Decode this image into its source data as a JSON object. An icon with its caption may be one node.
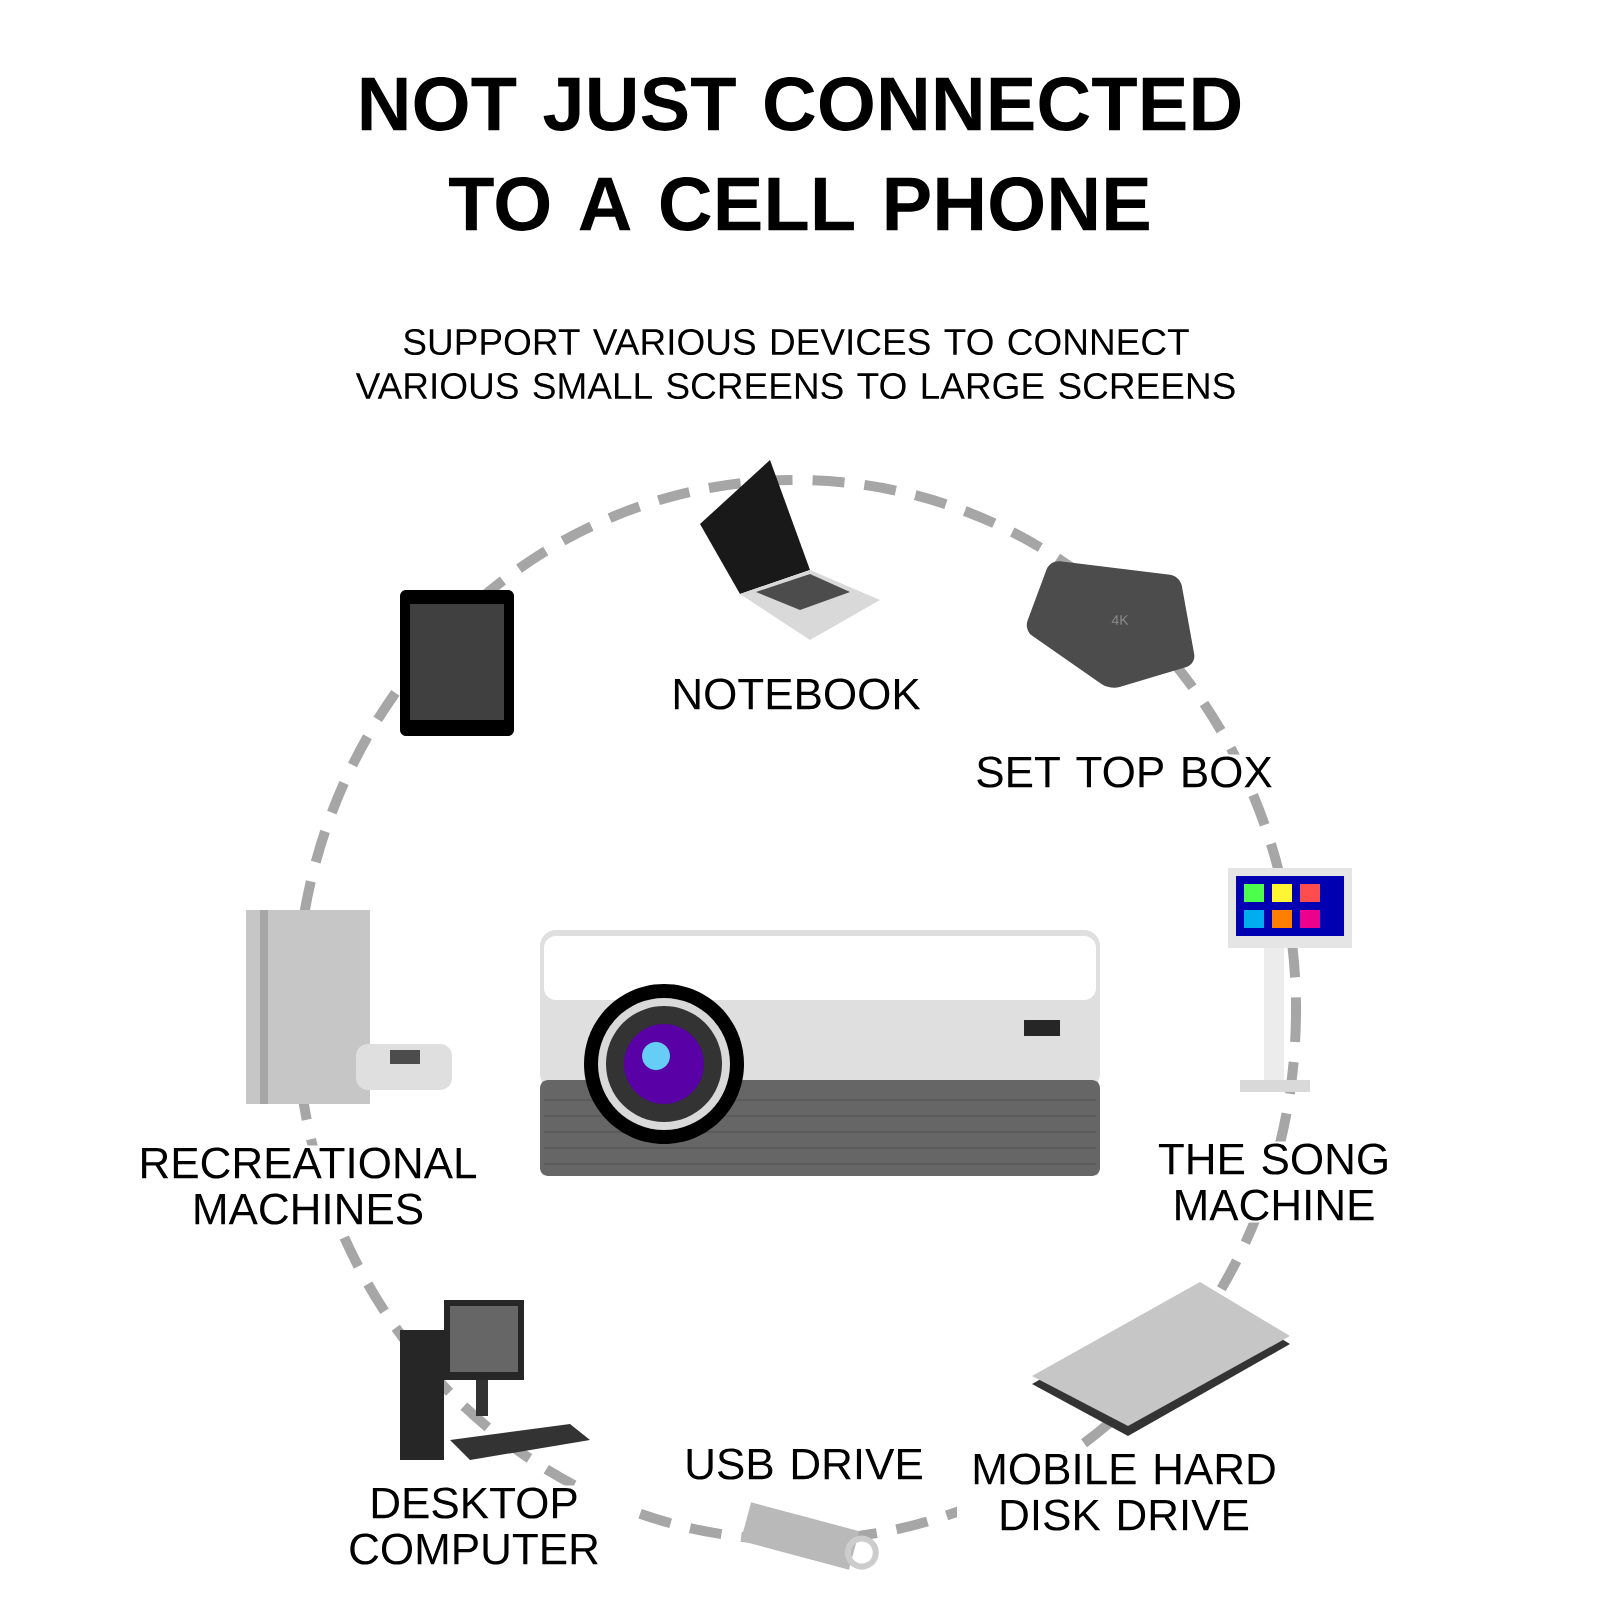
{
  "diagram": {
    "title": "NOT JUST CONNECTED TO A CELL PHONE",
    "nodes": [
      {
        "text": [],
        "shape": "picture"
      },
      {
        "text": [
          "NOTEBOOK"
        ]
      },
      {
        "text": [],
        "shape": "picture"
      },
      {
        "text": [
          "SET TOP BOX"
        ]
      },
      {
        "text": [
          "RECREATIONAL MACHINES"
        ]
      },
      {
        "text": [
          "THE SONG MACHINE"
        ]
      },
      {
        "text": [
          "DESKTOP COMPUTER"
        ]
      },
      {
        "text": [
          "USB DRIVE"
        ]
      },
      {
        "text": [
          "MOBILE HARD DISK DRIVE"
        ]
      }
    ],
    "edges": [],
    "labels": [
      "SUPPORT VARIOUS DEVICES TO CONNECT VARIOUS SMALL SCREENS TO LARGE SCREENS",
      "4K"
    ]
  }
}
